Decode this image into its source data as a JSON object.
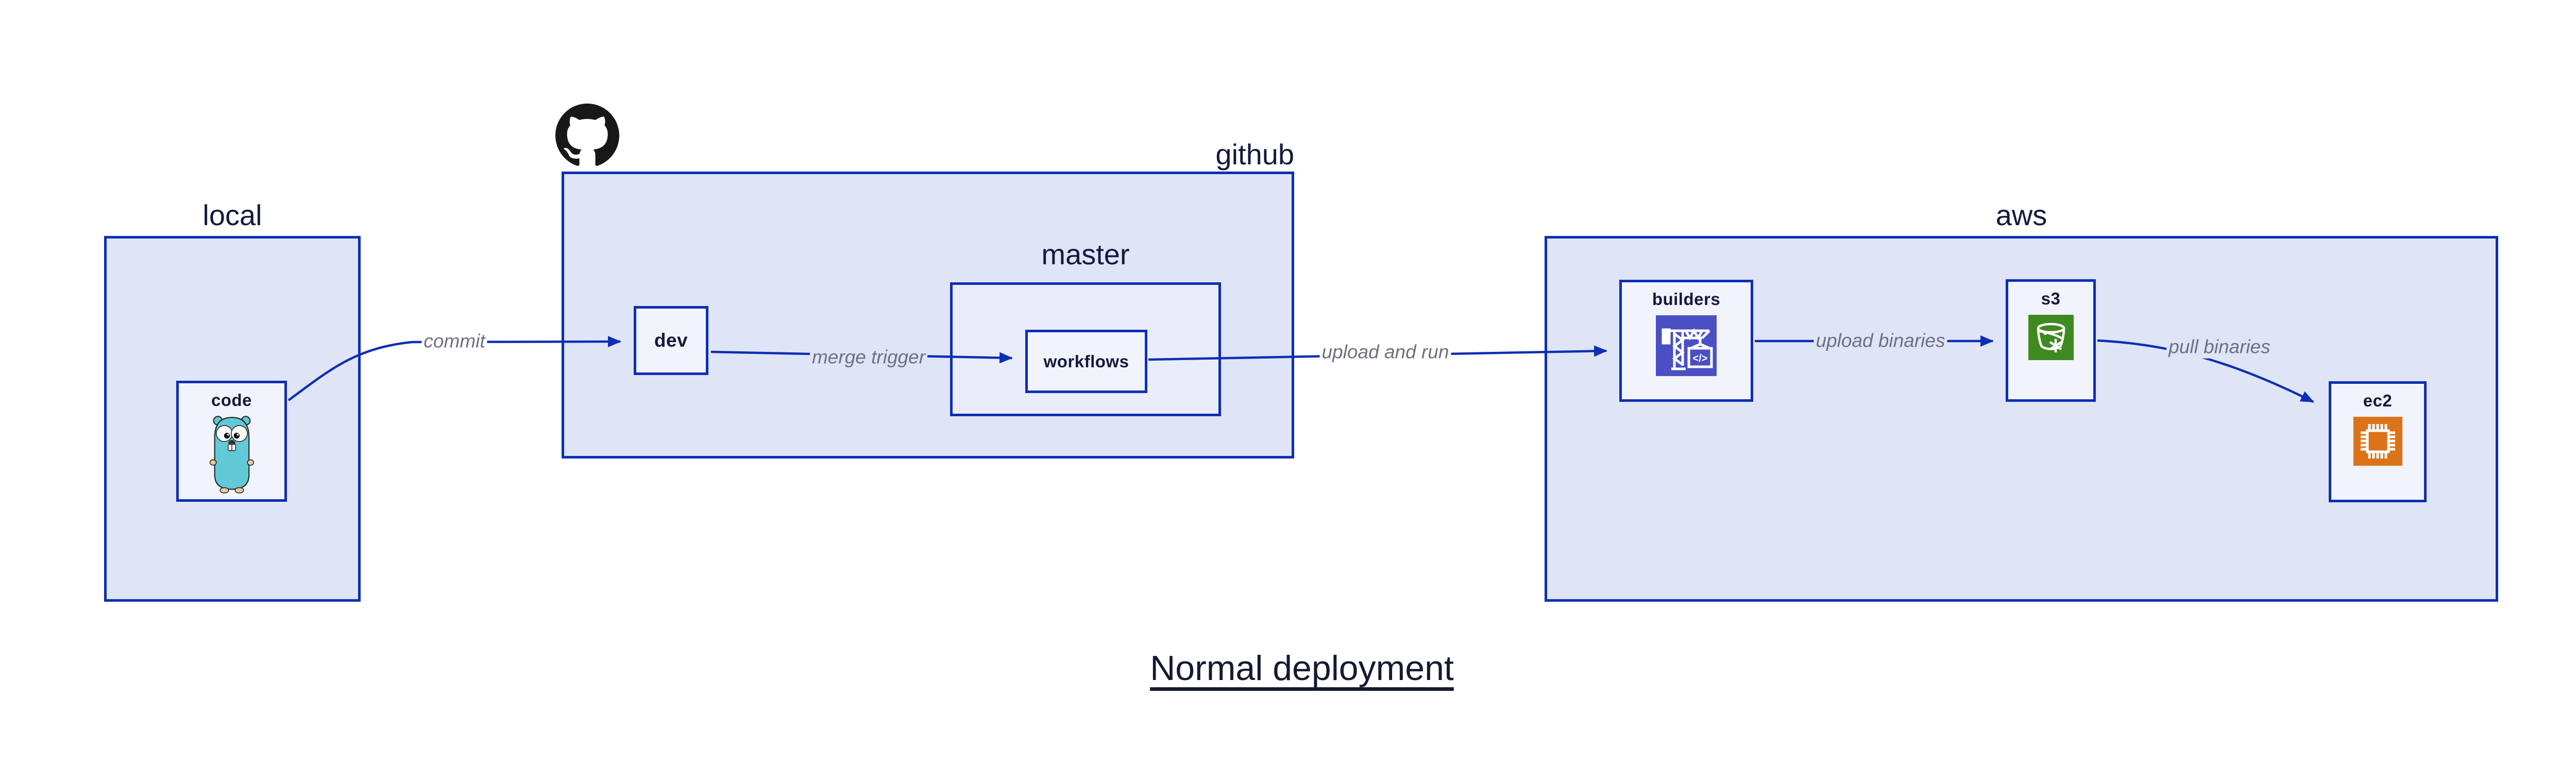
{
  "diagram": {
    "title": "Normal deployment",
    "containers": {
      "local": {
        "label": "local"
      },
      "github": {
        "label": "github"
      },
      "master": {
        "label": "master"
      },
      "aws": {
        "label": "aws"
      }
    },
    "nodes": {
      "code": {
        "label": "code",
        "icon": "go-gopher-icon"
      },
      "dev": {
        "label": "dev"
      },
      "workflows": {
        "label": "workflows"
      },
      "builders": {
        "label": "builders",
        "icon": "codebuild-crane-icon",
        "icon_glyph": "</>"
      },
      "s3": {
        "label": "s3",
        "icon": "s3-bucket-snowflake-icon"
      },
      "ec2": {
        "label": "ec2",
        "icon": "ec2-chip-icon"
      }
    },
    "edges": {
      "commit": {
        "label": "commit",
        "from": "code",
        "to": "dev"
      },
      "merge_trigger": {
        "label": "merge trigger",
        "from": "dev",
        "to": "workflows"
      },
      "upload_and_run": {
        "label": "upload and run",
        "from": "workflows",
        "to": "builders"
      },
      "upload_binaries": {
        "label": "upload binaries",
        "from": "builders",
        "to": "s3"
      },
      "pull_binaries": {
        "label": "pull binaries",
        "from": "s3",
        "to": "ec2"
      }
    },
    "icons": {
      "github_logo": "octocat-icon"
    },
    "colors": {
      "stroke_blue": "#0e2eb4",
      "container_fill": "#dfe5f7",
      "master_fill": "#e9edfa",
      "node_fill": "#f1f4fc",
      "text_navy": "#131a3c",
      "edge_label_gray": "#6d7280",
      "codebuild_purple": "#4b4fc4",
      "s3_green": "#3e8a20",
      "ec2_orange": "#dc7318",
      "gopher_teal": "#62c9d6",
      "octocat_black": "#191717",
      "canvas_bg": "#ffffff"
    }
  }
}
